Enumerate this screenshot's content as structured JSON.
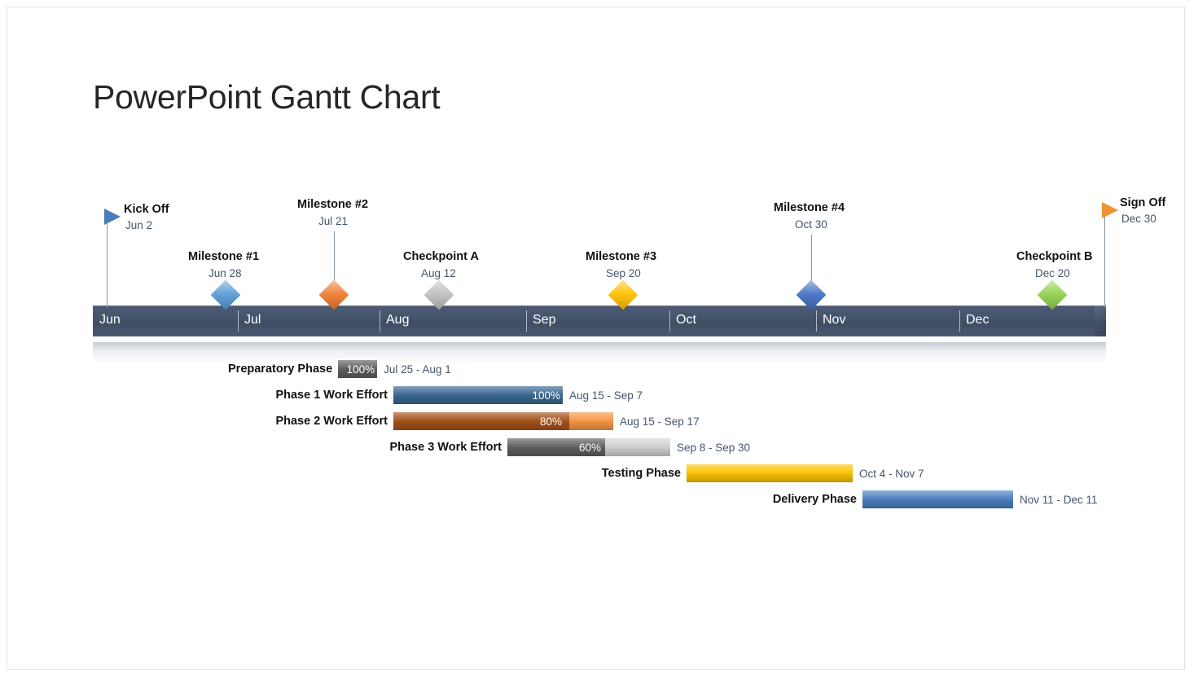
{
  "document": {
    "title": "PowerPoint Gantt Chart"
  },
  "timeline": {
    "months": [
      "Jun",
      "Jul",
      "Aug",
      "Sep",
      "Oct",
      "Nov",
      "Dec"
    ],
    "bar_color": "#44536b",
    "label_color": "#ffffff"
  },
  "milestones": [
    {
      "name": "Kick Off",
      "date": "Jun 2",
      "type": "flag",
      "color": "#4a7ebb"
    },
    {
      "name": "Milestone #1",
      "date": "Jun 28",
      "type": "diamond",
      "color": "#5b9bd5"
    },
    {
      "name": "Milestone #2",
      "date": "Jul 21",
      "type": "diamond",
      "color": "#ed7d31"
    },
    {
      "name": "Checkpoint A",
      "date": "Aug 12",
      "type": "diamond",
      "color": "#bfbfbf"
    },
    {
      "name": "Milestone #3",
      "date": "Sep 20",
      "type": "diamond",
      "color": "#ffc000"
    },
    {
      "name": "Milestone #4",
      "date": "Oct 30",
      "type": "diamond",
      "color": "#4472c4"
    },
    {
      "name": "Checkpoint B",
      "date": "Dec 20",
      "type": "diamond",
      "color": "#92d050"
    },
    {
      "name": "Sign Off",
      "date": "Dec 30",
      "type": "flag",
      "color": "#ed9332"
    }
  ],
  "tasks": [
    {
      "label": "Preparatory Phase",
      "percent": "100%",
      "dates": "Jul 25 - Aug 1",
      "fill_color": "#5f5f5f",
      "track_color": "#d9d9d9"
    },
    {
      "label": "Phase 1 Work Effort",
      "percent": "100%",
      "dates": "Aug 15 - Sep 7",
      "fill_color": "#3a6791",
      "track_color": "#5b9bd5"
    },
    {
      "label": "Phase 2 Work Effort",
      "percent": "80%",
      "dates": "Aug 15 - Sep 17",
      "fill_color": "#a5521a",
      "track_color": "#f79646"
    },
    {
      "label": "Phase 3 Work Effort",
      "percent": "60%",
      "dates": "Sep 8 - Sep 30",
      "fill_color": "#5f5f5f",
      "track_color": "#d2d2d2"
    },
    {
      "label": "Testing Phase",
      "percent": "",
      "dates": "Oct 4 - Nov 7",
      "fill_color": "#fcc203",
      "track_color": "#fcc203"
    },
    {
      "label": "Delivery Phase",
      "percent": "",
      "dates": "Nov 11 - Dec 11",
      "fill_color": "#4a80c0",
      "track_color": "#4a80c0"
    }
  ],
  "chart_data": {
    "type": "bar",
    "title": "PowerPoint Gantt Chart",
    "xlabel": "",
    "ylabel": "",
    "axis_categories": [
      "Jun",
      "Jul",
      "Aug",
      "Sep",
      "Oct",
      "Nov",
      "Dec"
    ],
    "categories": [
      "Preparatory Phase",
      "Phase 1 Work Effort",
      "Phase 2 Work Effort",
      "Phase 3 Work Effort",
      "Testing Phase",
      "Delivery Phase"
    ],
    "bars": [
      {
        "task": "Preparatory Phase",
        "start": "Jul 25",
        "end": "Aug 1",
        "percent_complete": 100
      },
      {
        "task": "Phase 1 Work Effort",
        "start": "Aug 15",
        "end": "Sep 7",
        "percent_complete": 100
      },
      {
        "task": "Phase 2 Work Effort",
        "start": "Aug 15",
        "end": "Sep 17",
        "percent_complete": 80
      },
      {
        "task": "Phase 3 Work Effort",
        "start": "Sep 8",
        "end": "Sep 30",
        "percent_complete": 60
      },
      {
        "task": "Testing Phase",
        "start": "Oct 4",
        "end": "Nov 7",
        "percent_complete": null
      },
      {
        "task": "Delivery Phase",
        "start": "Nov 11",
        "end": "Dec 11",
        "percent_complete": null
      }
    ],
    "markers": [
      {
        "label": "Kick Off",
        "date": "Jun 2"
      },
      {
        "label": "Milestone #1",
        "date": "Jun 28"
      },
      {
        "label": "Milestone #2",
        "date": "Jul 21"
      },
      {
        "label": "Checkpoint A",
        "date": "Aug 12"
      },
      {
        "label": "Milestone #3",
        "date": "Sep 20"
      },
      {
        "label": "Milestone #4",
        "date": "Oct 30"
      },
      {
        "label": "Checkpoint B",
        "date": "Dec 20"
      },
      {
        "label": "Sign Off",
        "date": "Dec 30"
      }
    ],
    "legend": [],
    "grid": false
  }
}
